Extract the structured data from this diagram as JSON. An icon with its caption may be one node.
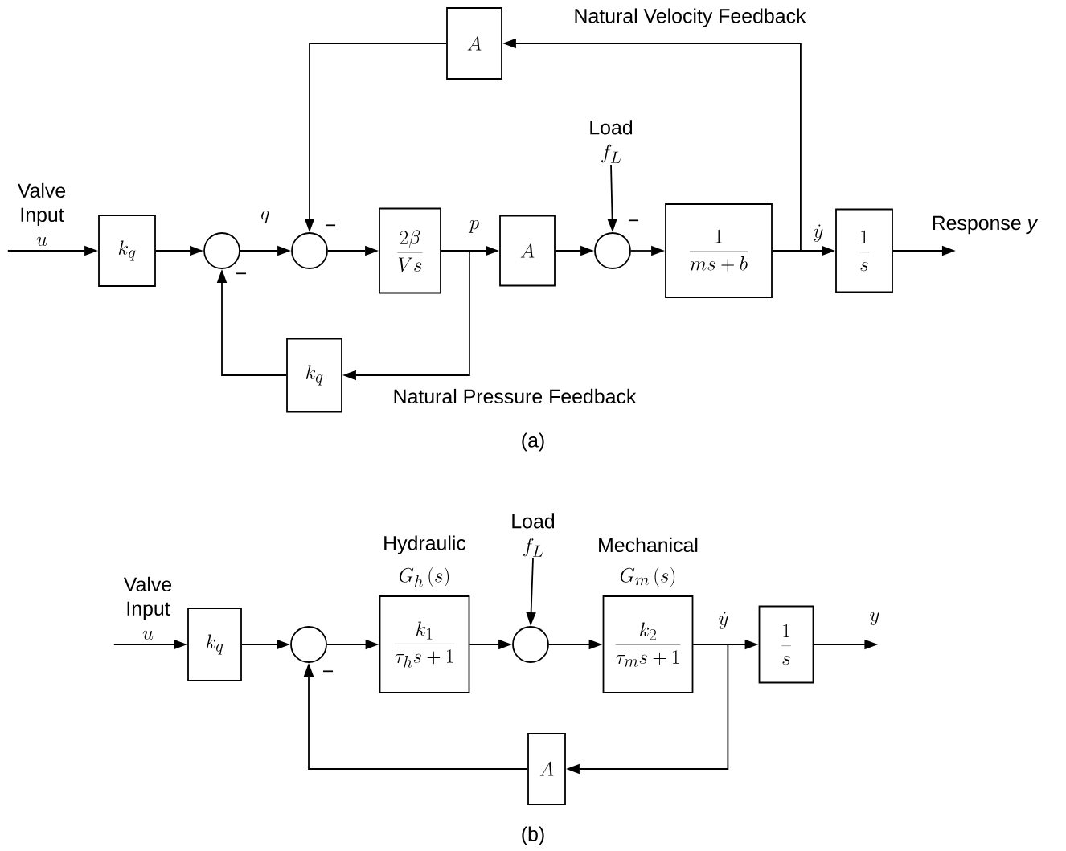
{
  "diagram": {
    "nodes": [
      {
        "text": [
          "k_q"
        ]
      },
      {
        "text": [],
        "shape": "circle",
        "beside": [
          "−"
        ]
      },
      {
        "text": [],
        "shape": "circle",
        "beside": [
          "−"
        ]
      },
      {
        "text": [
          "\\frac{2\\beta}{Vs}"
        ]
      },
      {
        "text": [
          "A"
        ]
      },
      {
        "text": [],
        "shape": "circle",
        "beside": [
          "−"
        ]
      },
      {
        "text": [
          "\\frac{1}{ms+b}"
        ]
      },
      {
        "text": [
          "\\frac{1}{s}"
        ]
      },
      {
        "text": [
          "A"
        ]
      },
      {
        "text": [
          "k_q"
        ]
      },
      {
        "text": [
          "Valve Input",
          "u"
        ]
      },
      {
        "text": [
          "Load",
          "f_L"
        ]
      },
      {
        "text": [
          "Valve Input",
          "u"
        ]
      },
      {
        "text": [
          "k_q"
        ]
      },
      {
        "text": [],
        "shape": "circle",
        "beside": [
          "−"
        ]
      },
      {
        "text": [
          "Hydraulic",
          "G_h\\,(s)",
          "\\frac{k_1}{\\tau_h s+1}"
        ]
      },
      {
        "text": [],
        "shape": "circle"
      },
      {
        "text": [
          "Load",
          "f_L"
        ]
      },
      {
        "text": [
          "Mechanical",
          "G_m\\,(s)",
          "\\frac{k_2}{\\tau_m s+1}"
        ]
      },
      {
        "text": [
          "\\frac{1}{s}"
        ]
      },
      {
        "text": [
          "A"
        ]
      }
    ],
    "edges": [
      {
        "from": 10,
        "to": 0,
        "arrow": "to"
      },
      {
        "from": 0,
        "to": 1,
        "arrow": "to"
      },
      {
        "from": 1,
        "to": 2,
        "arrow": "to",
        "label": "q"
      },
      {
        "from": 2,
        "to": 3,
        "arrow": "to"
      },
      {
        "from": 3,
        "to": 4,
        "arrow": "to",
        "label": "p"
      },
      {
        "from": 3,
        "to": 9,
        "arrow": "to",
        "label": "Natural Pressure Feedback"
      },
      {
        "from": 9,
        "to": 1,
        "arrow": "to"
      },
      {
        "from": 4,
        "to": 5,
        "arrow": "to"
      },
      {
        "from": 11,
        "to": 5,
        "arrow": "to"
      },
      {
        "from": 5,
        "to": 6,
        "arrow": "to"
      },
      {
        "from": 6,
        "to": 7,
        "arrow": "to",
        "label": "\\dot{y}"
      },
      {
        "from": 6,
        "to": 8,
        "arrow": "to",
        "label": "Natural Velocity Feedback"
      },
      {
        "from": 8,
        "to": 2,
        "arrow": "to"
      },
      {
        "from": 7,
        "to": null,
        "arrow": "to",
        "label": "Response *y*"
      },
      {
        "from": 12,
        "to": 13,
        "arrow": "to"
      },
      {
        "from": 13,
        "to": 14,
        "arrow": "to"
      },
      {
        "from": 14,
        "to": 15,
        "arrow": "to"
      },
      {
        "from": 15,
        "to": 16,
        "arrow": "to"
      },
      {
        "from": 17,
        "to": 16,
        "arrow": "to"
      },
      {
        "from": 16,
        "to": 18,
        "arrow": "to"
      },
      {
        "from": 18,
        "to": 19,
        "arrow": "to",
        "label": "\\dot{y}"
      },
      {
        "from": 18,
        "to": 20,
        "arrow": "to"
      },
      {
        "from": 20,
        "to": 14,
        "arrow": "to"
      },
      {
        "from": 19,
        "to": null,
        "arrow": "to",
        "label": "y"
      }
    ],
    "labels": [
      "(a)",
      "(b)"
    ]
  }
}
